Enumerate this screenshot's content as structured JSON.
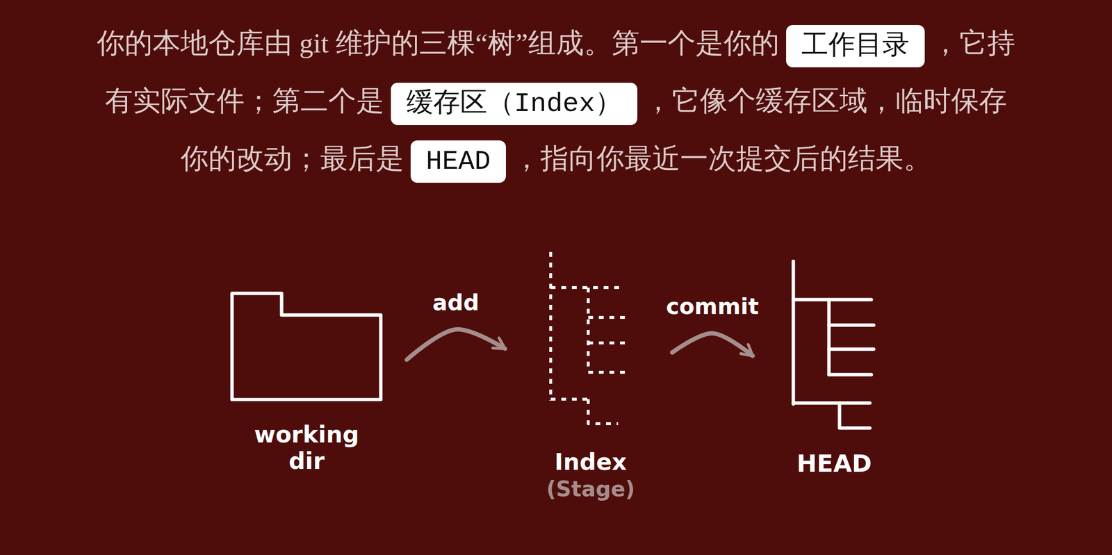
{
  "diagram": {
    "nodes": [
      {
        "text": [
          "working dir"
        ]
      },
      {
        "text": [
          "Index",
          "(Stage)"
        ]
      },
      {
        "text": [
          "HEAD"
        ]
      }
    ],
    "edges": [
      {
        "from": 0,
        "to": 1,
        "arrow": "to",
        "label": "add"
      },
      {
        "from": 1,
        "to": 2,
        "arrow": "to",
        "label": "commit"
      }
    ],
    "labels": [
      "你的本地仓库由 git 维护的三棵“树”组成。第一个是你的",
      "工作目录",
      "，它持有实际文件；第二个是",
      "缓存区（Index）",
      "，它像个缓存区域，临时保存你的改动；最后是",
      "HEAD",
      "，指向你最近一次提交后的结果。"
    ]
  }
}
